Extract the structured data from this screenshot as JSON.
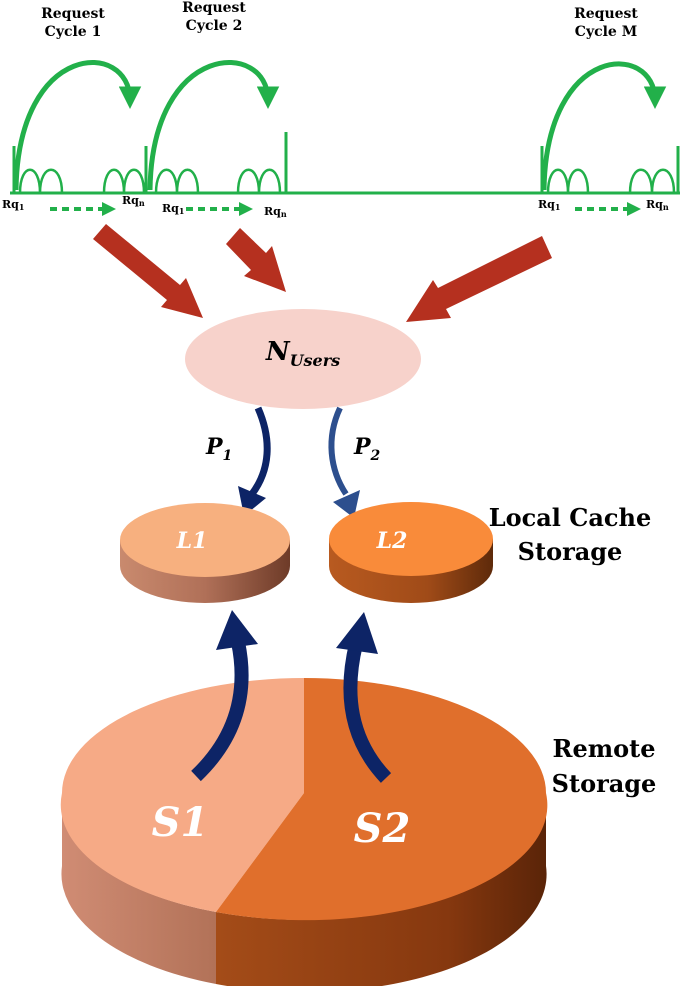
{
  "cycles": [
    {
      "line1": "Request",
      "line2": "Cycle 1",
      "rq_start": "Rq",
      "rq_start_sub": "1",
      "rq_end": "Rq",
      "rq_end_sub": "n"
    },
    {
      "line1": "Request",
      "line2": "Cycle 2",
      "rq_start": "Rq",
      "rq_start_sub": "1",
      "rq_end": "Rq",
      "rq_end_sub": "n"
    },
    {
      "line1": "Request",
      "line2": "Cycle M",
      "rq_start": "Rq",
      "rq_start_sub": "1",
      "rq_end": "Rq",
      "rq_end_sub": "n"
    }
  ],
  "users_node": {
    "symbol": "N",
    "subscript": "Users"
  },
  "probabilities": [
    {
      "symbol": "P",
      "subscript": "1"
    },
    {
      "symbol": "P",
      "subscript": "2"
    }
  ],
  "local_caches": {
    "l1": "L1",
    "l2": "L2"
  },
  "local_label": {
    "line1": "Local Cache",
    "line2": "Storage"
  },
  "remote_sections": {
    "s1": "S1",
    "s2": "S2"
  },
  "remote_label": {
    "line1": "Remote",
    "line2": "Storage"
  },
  "colors": {
    "cycle_green": "#22b04a",
    "red_arrow": "#b5301f",
    "navy_arrow": "#0d2466",
    "blue_arrow": "#2d4f8e",
    "users_fill": "#f7d2cb",
    "light_orange": "#f6aa86",
    "dark_orange": "#e06f2c"
  }
}
